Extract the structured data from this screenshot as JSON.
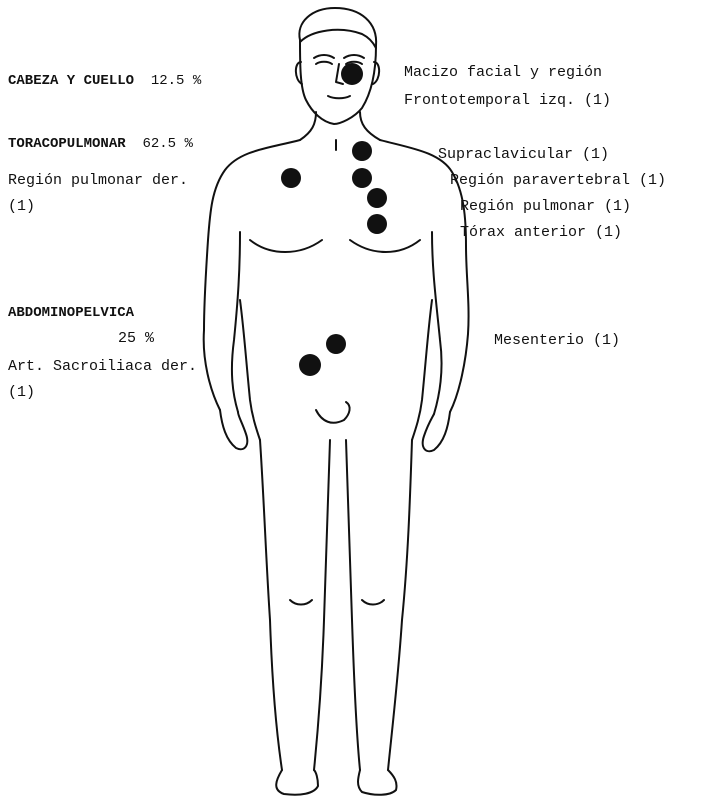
{
  "sections": {
    "head_neck": {
      "label": "CABEZA Y CUELLO",
      "percent": "12.5 %"
    },
    "thoracopulmonary": {
      "label": "TORACOPULMONAR",
      "percent": "62.5 %"
    },
    "abdominopelvic": {
      "label": "ABDOMINOPELVICA",
      "percent": "25 %"
    }
  },
  "sites": {
    "facial_line1": "Macizo facial y región",
    "facial_line2": "Frontotemporal izq. (1)",
    "supraclavicular": "Supraclavicular (1)",
    "paravertebral": "Región paravertebral (1)",
    "pulmonar": "Región pulmonar (1)",
    "torax_anterior": "Tórax anterior (1)",
    "pulmonar_der_line1": "Región pulmonar der.",
    "pulmonar_der_line2": "(1)",
    "mesenterio": "Mesenterio (1)",
    "sacroiliaca_line1": "Art. Sacroiliaca der.",
    "sacroiliaca_line2": "(1)"
  },
  "colors": {
    "marker": "#111111",
    "outline": "#111111"
  }
}
